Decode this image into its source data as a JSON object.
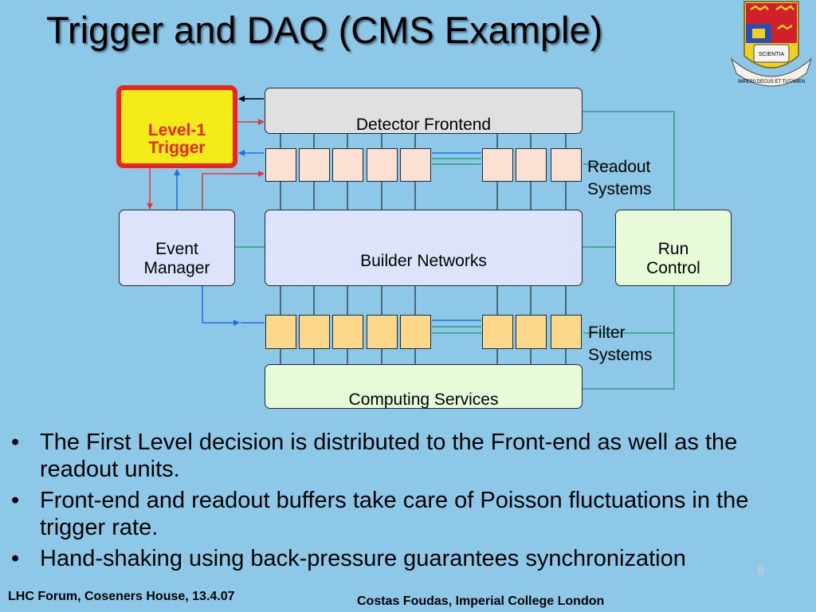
{
  "slide": {
    "title": "Trigger and DAQ (CMS Example)",
    "page_number": "8",
    "footer_left": "LHC Forum, Coseners House, 13.4.07",
    "footer_right": "Costas Foudas, Imperial College London"
  },
  "crest": {
    "icon": "imperial-college-crest-icon",
    "motto_scroll": "SCIENTIA",
    "motto_ribbon": "IMPERII DECUS ET TUTAMEN"
  },
  "diagram": {
    "trigger": {
      "line1": "Level-1",
      "line2": "Trigger"
    },
    "detector_frontend": "Detector Frontend",
    "readout_systems": {
      "line1": "Readout",
      "line2": "Systems"
    },
    "event_manager": {
      "line1": "Event",
      "line2": "Manager"
    },
    "builder_networks": "Builder Networks",
    "run_control": {
      "line1": "Run",
      "line2": "Control"
    },
    "filter_systems": {
      "line1": "Filter",
      "line2": "Systems"
    },
    "computing_services": "Computing Services",
    "colors": {
      "trigger_fill": "#f3ec19",
      "trigger_border": "#e8261d",
      "frontend_fill": "#e0e0e0",
      "readout_unit_fill": "#fce0d4",
      "builder_fill": "#dde3fb",
      "filter_unit_fill": "#fdd88a",
      "computing_fill": "#e8fbd8",
      "run_control_fill": "#e8fbd8",
      "teal_line": "#2e9a82",
      "red_arrow": "#e0383b",
      "blue_arrow": "#1f6fe0"
    }
  },
  "bullets": [
    "The First Level decision is distributed to the Front-end as well as the readout units.",
    "Front-end and readout buffers take care of Poisson fluctuations in the trigger rate.",
    "Hand-shaking using back-pressure guarantees synchronization"
  ]
}
